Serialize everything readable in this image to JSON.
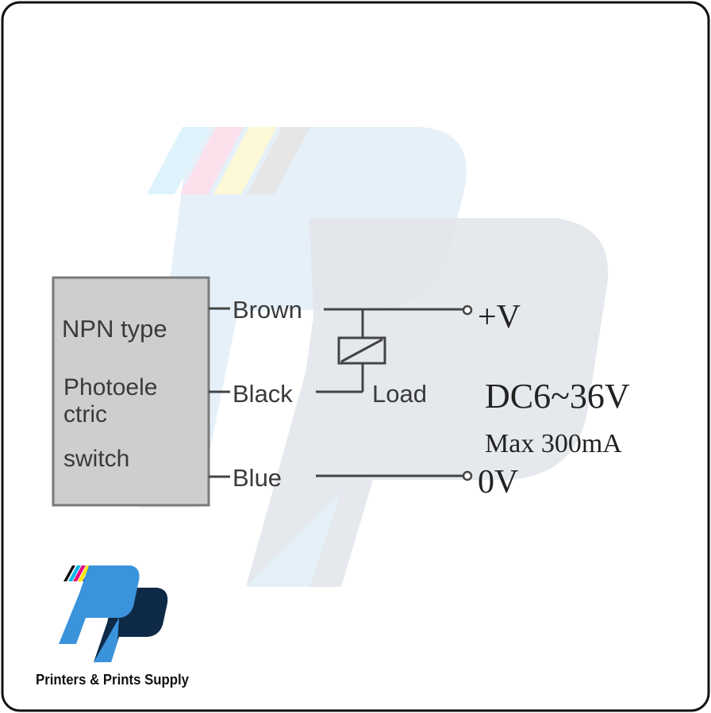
{
  "diagram": {
    "sensor_box": {
      "line1": "NPN type",
      "line2": "Photoele",
      "line3": "ctric",
      "line4": "switch"
    },
    "wires": [
      {
        "label": "Brown",
        "terminal": "+V"
      },
      {
        "label": "Black",
        "terminal": ""
      },
      {
        "label": "Blue",
        "terminal": "0V"
      }
    ],
    "load_label": "Load",
    "voltage_spec": "DC6~36V",
    "current_spec": "Max 300mA"
  },
  "brand": {
    "name": "Printers & Prints Supply",
    "colors": {
      "light_blue": "#3b93dc",
      "navy": "#0f2a47",
      "cyan": "#00b7eb",
      "magenta": "#e6007e",
      "yellow": "#ffe600"
    }
  }
}
